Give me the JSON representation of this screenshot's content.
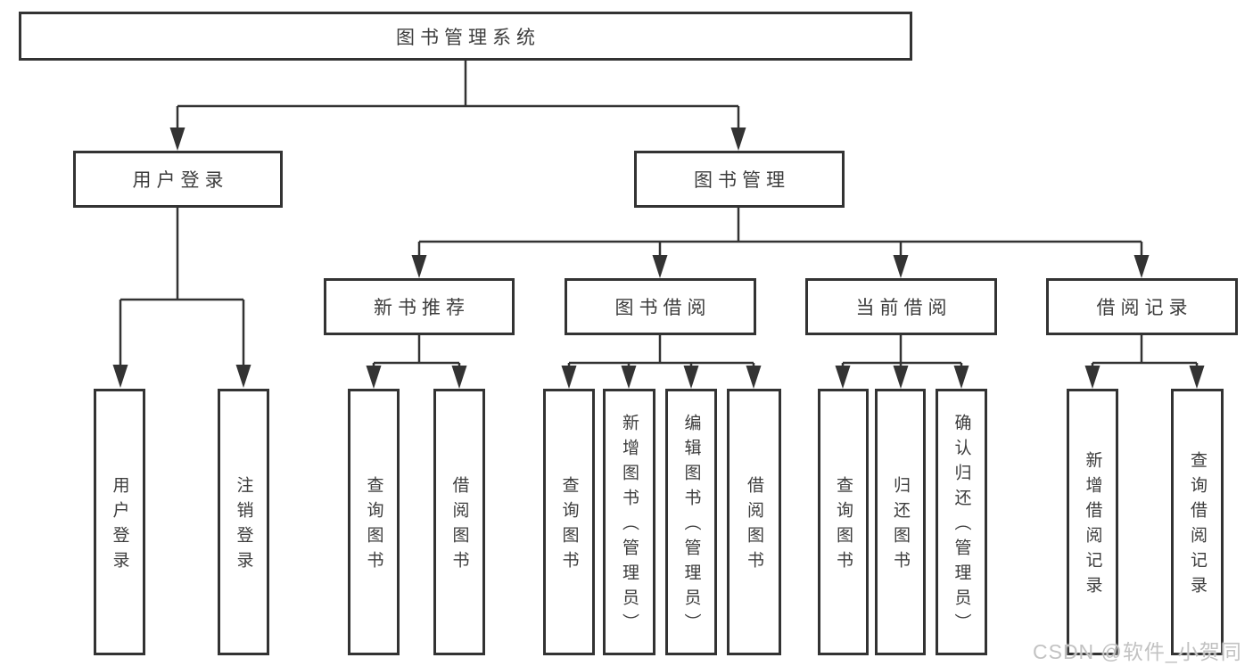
{
  "colors": {
    "line": "#333333",
    "node_border": "#333333",
    "node_text": "#3d3d3d",
    "background": "#ffffff",
    "watermark_text": "#c2c2c2"
  },
  "tree": {
    "label": "图书管理系统",
    "children": [
      {
        "label": "用户登录",
        "children": [
          {
            "label": "用户登录"
          },
          {
            "label": "注销登录"
          }
        ]
      },
      {
        "label": "图书管理",
        "children": [
          {
            "label": "新书推荐",
            "children": [
              {
                "label": "查询图书"
              },
              {
                "label": "借阅图书"
              }
            ]
          },
          {
            "label": "图书借阅",
            "children": [
              {
                "label": "查询图书"
              },
              {
                "label": "新增图书（管理员）"
              },
              {
                "label": "编辑图书（管理员）"
              },
              {
                "label": "借阅图书"
              }
            ]
          },
          {
            "label": "当前借阅",
            "children": [
              {
                "label": "查询图书"
              },
              {
                "label": "归还图书"
              },
              {
                "label": "确认归还（管理员）"
              }
            ]
          },
          {
            "label": "借阅记录",
            "children": [
              {
                "label": "新增借阅记录"
              },
              {
                "label": "查询借阅记录"
              }
            ]
          }
        ]
      }
    ]
  },
  "watermark": {
    "text": "CSDN @软件_小贺同学"
  }
}
